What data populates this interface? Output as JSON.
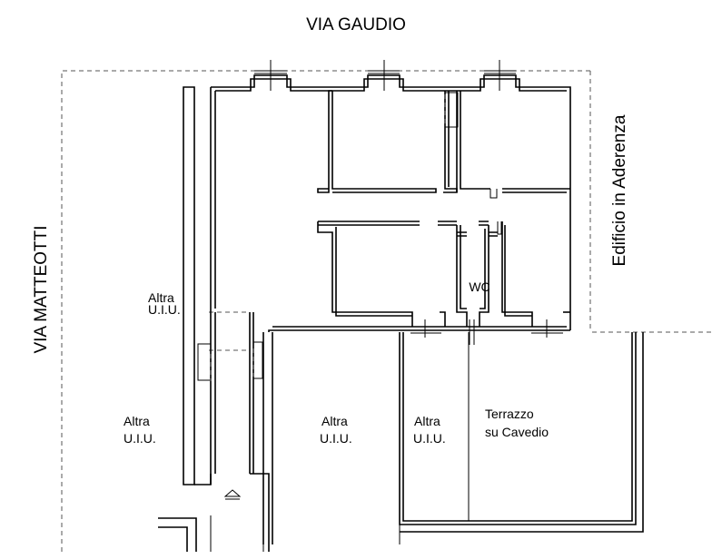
{
  "streets": {
    "north": "VIA GAUDIO",
    "west": "VIA MATTEOTTI",
    "east_building": "Edificio in Aderenza"
  },
  "rooms": {
    "wc": "WC",
    "altra_upper": [
      "Altra",
      "U.I.U."
    ],
    "altra_west": [
      "Altra",
      "U.I.U."
    ],
    "altra_center": [
      "Altra",
      "U.I.U."
    ],
    "altra_mid": [
      "Altra",
      "U.I.U."
    ],
    "terrace": [
      "Terrazzo",
      "su Cavedio"
    ]
  }
}
